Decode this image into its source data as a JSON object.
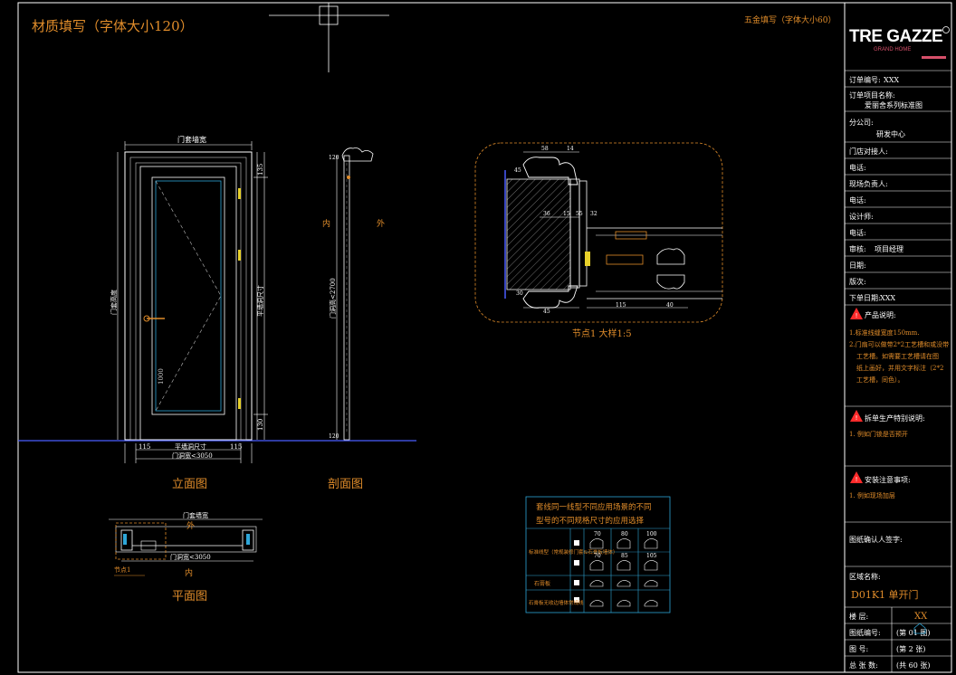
{
  "drawing": {
    "material_note": "材质填写（字体大小120）",
    "hardware_note": "五金填写（字体大小60）",
    "view_elevation": "立面图",
    "view_section": "剖面图",
    "view_plan": "平面图",
    "node_title": "节点1 大样1:5",
    "label_outside": "外",
    "label_inside": "内",
    "node_tag": "节点1",
    "dims": {
      "wall_width": "门套墙宽",
      "door_net_width": "平墙洞尺寸",
      "door_hole_width": "门洞宽<3050",
      "door_height_net": "平墙洞尺寸",
      "door_total_height": "门套高度",
      "door_hole_height": "门洞高<2700",
      "side_115a": "115",
      "side_115b": "115",
      "top_135": "135",
      "bottom_130": "130",
      "panel_1000": "1000",
      "sec_top": "120",
      "sec_bottom": "120"
    },
    "node_dims": [
      "58",
      "14",
      "45",
      "36",
      "55",
      "15",
      "32",
      "115",
      "40",
      "30",
      "45"
    ]
  },
  "table": {
    "title_line1": "套线同一线型不同应用场景的不同",
    "title_line2": "型号的不同规格尺寸的应用选择",
    "rows": [
      {
        "label": "标准线型（常规装修门套&石膏板墙体）"
      },
      {
        "label": "石膏板"
      },
      {
        "label": "石膏板无收边墙体常规线"
      }
    ],
    "col_values": [
      "70",
      "80",
      "100",
      "70",
      "85",
      "105"
    ]
  },
  "title_block": {
    "logo": "TRE GAZZE",
    "logo_sub": "GRAND HOME",
    "order_no_label": "订单编号:",
    "order_no_value": "XXX",
    "project_label": "订单项目名称:",
    "project_value": "爱丽舍系列标准图",
    "company_label": "分公司:",
    "company_value": "研发中心",
    "contact_label": "门店对接人:",
    "phone1_label": "电话:",
    "site_label": "现场负责人:",
    "phone2_label": "电话:",
    "designer_label": "设计师:",
    "phone3_label": "电话:",
    "review_label": "审核:",
    "review_value": "项目经理",
    "date_label": "日期:",
    "version_label": "版次:",
    "issue_date_label": "下单日期:",
    "issue_date_value": "XXX",
    "product_note_title": "产品说明:",
    "product_notes": [
      "1.标准线缝宽度150mm.",
      "2.门扇可以做带2*2工艺槽和或没带",
      "工艺槽。如需要工艺槽请在图",
      "纸上画好，并用文字标注（2*2",
      "工艺槽，同色）。"
    ],
    "split_note_title": "拆单生产特别说明:",
    "split_note": "1. 例如门锁是否预开",
    "install_note_title": "安装注意事项:",
    "install_note": "1. 例如现场加层",
    "confirm_label": "图纸确认人签字:",
    "area_label": "区域名称:",
    "area_value": "D01K1 单开门",
    "floor_label": "楼    层:",
    "floor_value": "XX",
    "drawing_no_label": "图纸编号:",
    "drawing_no_value": "(第 01 图)",
    "sheet_no_label": "图    号:",
    "sheet_no_value": "(第 2 张)",
    "total_label": "总 张 数:",
    "total_value": "(共 60 张)"
  },
  "colors": {
    "orange": "#e08c2a",
    "white": "#ffffff",
    "cyan": "#2ea6d8",
    "blue": "#4a5cff",
    "red": "#ff2b2b",
    "yellow": "#e8d12a",
    "pink": "#d6506a"
  }
}
